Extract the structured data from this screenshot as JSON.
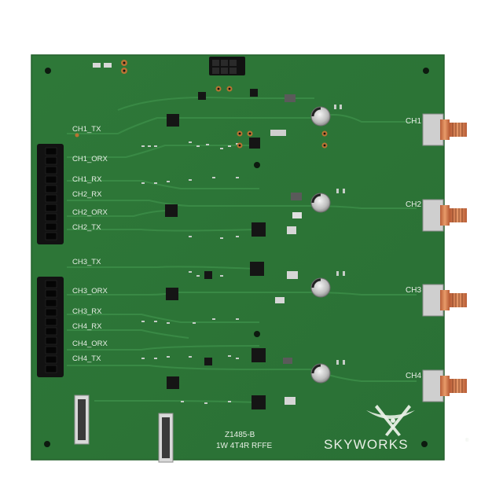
{
  "board": {
    "channel_labels_left": [
      "CH1_TX",
      "CH1_ORX",
      "CH1_RX",
      "CH2_RX",
      "CH2_ORX",
      "CH2_TX",
      "CH3_TX",
      "CH3_ORX",
      "CH3_RX",
      "CH4_RX",
      "CH4_ORX",
      "CH4_TX"
    ],
    "connector_labels_right": [
      "CH1",
      "CH2",
      "CH3",
      "CH4"
    ],
    "model": "Z1485-B",
    "description": "1W 4T4R RFFE",
    "brand": "SKYWORKS",
    "colors": {
      "pcb": "#2f7a3a",
      "pcb_dark": "#235e2c",
      "trace": "#3a8a45",
      "silk": "#e8efe6",
      "header": "#121212",
      "sma_copper": "#c76a42",
      "sma_gold": "#d98a5a"
    },
    "icons": [
      "skyworks-logo-icon"
    ]
  }
}
